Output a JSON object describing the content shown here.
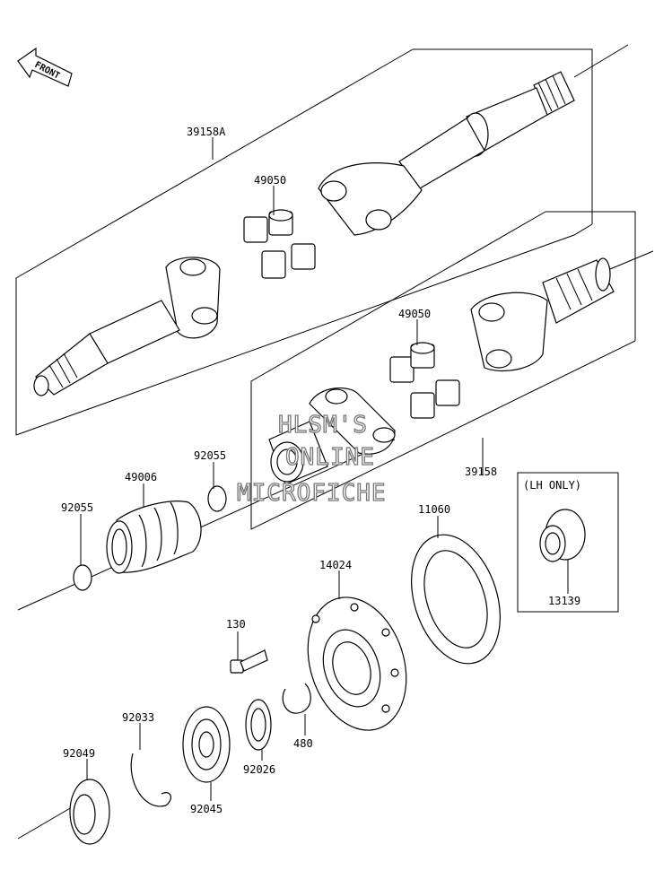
{
  "diagram": {
    "front_indicator": "FRONT",
    "frame_note": "(LH ONLY)",
    "parts": {
      "p39158A": "39158A",
      "p49050_top": "49050",
      "p49050_mid": "49050",
      "p39158": "39158",
      "p92055_top": "92055",
      "p49006": "49006",
      "p92055_left": "92055",
      "p11060": "11060",
      "p14024": "14024",
      "p13139": "13139",
      "p130": "130",
      "p92033": "92033",
      "p480": "480",
      "p92049": "92049",
      "p92026": "92026",
      "p92045": "92045"
    },
    "watermark": {
      "line1": "HLSM'S",
      "line2": "ONLINE",
      "line3": "MICROFICHE"
    }
  }
}
